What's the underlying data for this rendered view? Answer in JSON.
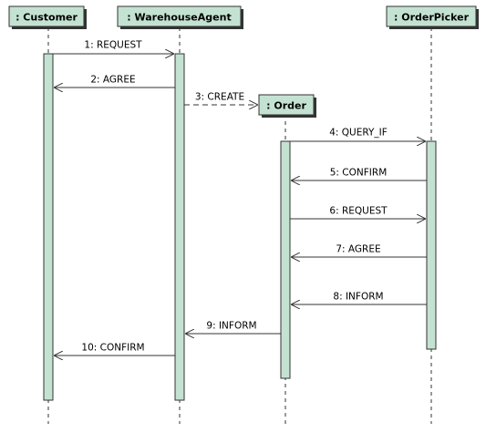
{
  "colors": {
    "lifeline_fill": "#c4e2d2",
    "border": "#333333",
    "text": "#000000"
  },
  "participants": [
    {
      "id": "customer",
      "label": ": Customer"
    },
    {
      "id": "warehouse",
      "label": ": WarehouseAgent"
    },
    {
      "id": "order",
      "label": ": Order"
    },
    {
      "id": "picker",
      "label": ": OrderPicker"
    }
  ],
  "messages": [
    {
      "label": "1:  REQUEST",
      "from": "customer",
      "to": "warehouse",
      "style": "solid"
    },
    {
      "label": "2:  AGREE",
      "from": "warehouse",
      "to": "customer",
      "style": "solid"
    },
    {
      "label": "3:  CREATE",
      "from": "warehouse",
      "to": "order",
      "style": "dashed"
    },
    {
      "label": "4:  QUERY_IF",
      "from": "order",
      "to": "picker",
      "style": "solid"
    },
    {
      "label": "5:  CONFIRM",
      "from": "picker",
      "to": "order",
      "style": "solid"
    },
    {
      "label": "6:  REQUEST",
      "from": "order",
      "to": "picker",
      "style": "solid"
    },
    {
      "label": "7:  AGREE",
      "from": "picker",
      "to": "order",
      "style": "solid"
    },
    {
      "label": "8:  INFORM",
      "from": "picker",
      "to": "order",
      "style": "solid"
    },
    {
      "label": "9:  INFORM",
      "from": "order",
      "to": "warehouse",
      "style": "solid"
    },
    {
      "label": "10:  CONFIRM",
      "from": "warehouse",
      "to": "customer",
      "style": "solid"
    }
  ]
}
